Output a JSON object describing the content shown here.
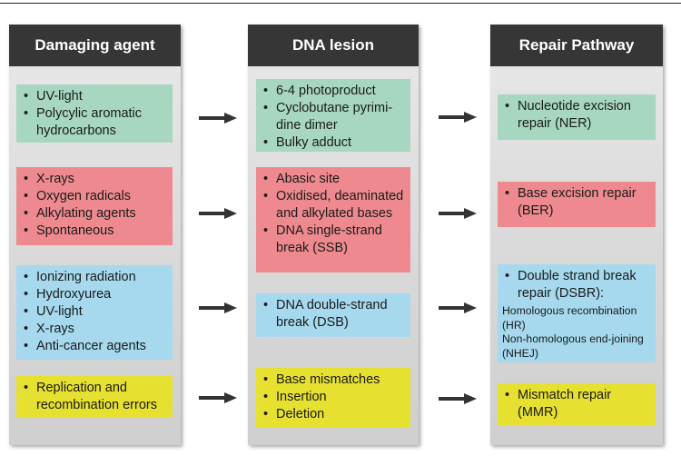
{
  "columns": {
    "agent": {
      "title": "Damaging agent"
    },
    "lesion": {
      "title": "DNA lesion"
    },
    "repair": {
      "title": "Repair Pathway"
    }
  },
  "rows": [
    {
      "color": "#a7d7c1",
      "agents": [
        "UV-light",
        "Polycylic aromatic hydrocarbons"
      ],
      "lesions": [
        "6-4 photoproduct",
        "Cyclobutane pyrimi-dine dimer",
        "Bulky adduct"
      ],
      "repair": [
        "Nucleotide excision repair (NER)"
      ],
      "repair_details": []
    },
    {
      "color": "#ee8a8f",
      "agents": [
        "X-rays",
        "Oxygen radicals",
        "Alkylating agents",
        "Spontaneous"
      ],
      "lesions": [
        "Abasic site",
        "Oxidised, deaminated and alkylated bases",
        "DNA single-strand break (SSB)"
      ],
      "repair": [
        "Base excision repair (BER)"
      ],
      "repair_details": []
    },
    {
      "color": "#a6d9ee",
      "agents": [
        "Ionizing radiation",
        "Hydroxyurea",
        "UV-light",
        "X-rays",
        "Anti-cancer agents"
      ],
      "lesions": [
        "DNA double-strand break (DSB)"
      ],
      "repair": [
        "Double strand break repair (DSBR):"
      ],
      "repair_details": [
        "Homologous recombination (HR)",
        "Non-homologous end-joining (NHEJ)"
      ]
    },
    {
      "color": "#e6e130",
      "agents": [
        "Replication and recombination errors"
      ],
      "lesions": [
        "Base mismatches",
        "Insertion",
        "Deletion"
      ],
      "repair": [
        "Mismatch repair (MMR)"
      ],
      "repair_details": []
    }
  ]
}
